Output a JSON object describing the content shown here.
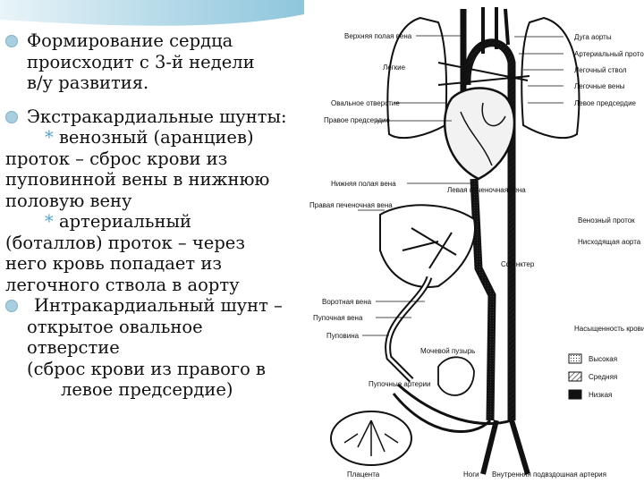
{
  "slide": {
    "bullet1": {
      "lines": [
        "Формирование сердца",
        "происходит с 3-й недели",
        "в/у развития."
      ]
    },
    "bullet2": {
      "heading": "Экстракардиальные шунты:",
      "item1_marker": "*",
      "item1_first": "венозный (аранциев)",
      "item1_rest": [
        "проток – сброс крови из",
        "пуповинной вены в нижнюю",
        "половую вену"
      ],
      "item2_marker": "*",
      "item2_first": "артериальный",
      "item2_rest": [
        "(боталлов) проток – через",
        "него кровь попадает из",
        "легочного ствола в аорту"
      ]
    },
    "bullet3": {
      "lines": [
        "Интракардиальный шунт –",
        "открытое овальное",
        "отверстие",
        "(сброс крови из правого в",
        "левое предсердие)"
      ]
    }
  },
  "diagram": {
    "labels": {
      "upper_vena_cava": "Верхняя полая вена",
      "aortic_arch": "Дуга аорты",
      "ductus_arteriosus": "Артериальный проток",
      "lungs": "Легкие",
      "pulmonary_trunk": "Легочный ствол",
      "pulmonary_veins": "Легочные вены",
      "foramen_ovale": "Овальное отверстие",
      "left_atrium": "Левое предсердие",
      "right_atrium": "Правое предсердие",
      "inferior_vena_cava": "Нижняя полая вена",
      "left_hepatic_vein": "Левая печеночная вена",
      "right_hepatic_vein": "Правая печеночная вена",
      "ductus_venosus": "Венозный проток",
      "descending_aorta": "Нисходящая аорта",
      "sphincter": "Сфинктер",
      "portal_vein": "Воротная вена",
      "umbilical_vein_1": "Пупочная вена",
      "umbilical_vein_2": "Пуповина",
      "bladder": "Мочевой пузырь",
      "umbilical_arteries": "Пупочные артерии",
      "placenta": "Плацента",
      "legs": "Ноги",
      "internal_iliac": "Внутренняя подвздошная артерия"
    },
    "legend": {
      "title": "Насыщенность крови кислородом:",
      "high": "Высокая",
      "medium": "Средняя",
      "low": "Низкая"
    }
  }
}
